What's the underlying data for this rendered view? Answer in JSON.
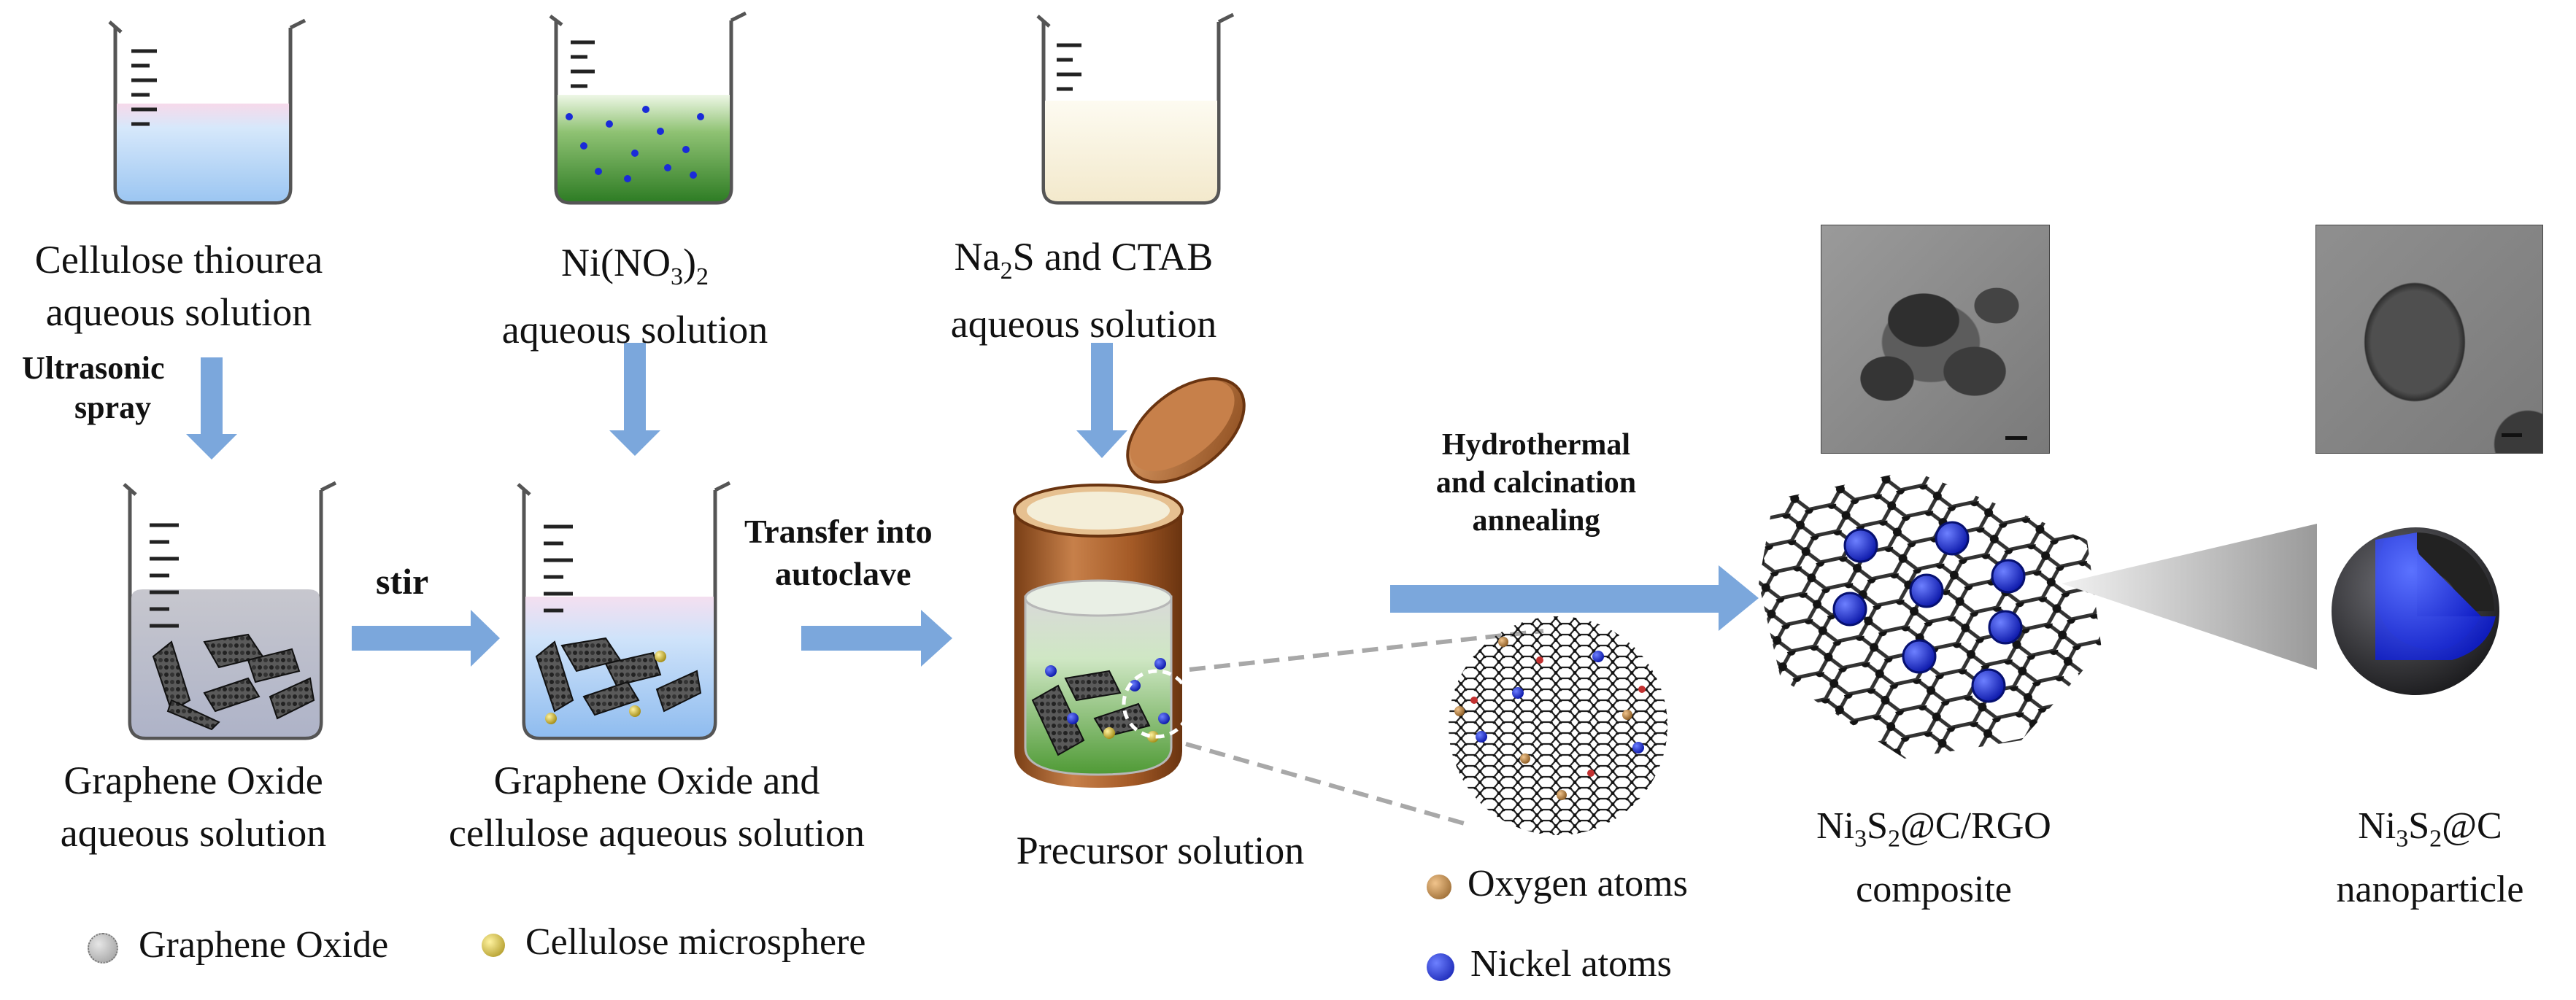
{
  "labels": {
    "cellulose": [
      "Cellulose thiourea",
      "aqueous solution"
    ],
    "nitrate": {
      "line1_pre": "Ni(NO",
      "line1_sub1": "3",
      "line1_mid": ")",
      "line1_sub2": "2",
      "line2": "aqueous solution"
    },
    "na2s": {
      "line1_pre": "Na",
      "line1_sub": "2",
      "line1_post": "S and CTAB",
      "line2": "aqueous solution"
    },
    "go": [
      "Graphene Oxide",
      "aqueous solution"
    ],
    "go_cellulose": [
      "Graphene Oxide and",
      "cellulose aqueous solution"
    ],
    "precursor": "Precursor solution",
    "composite": {
      "line1_pre": "Ni",
      "sub1": "3",
      "mid": "S",
      "sub2": "2",
      "post": "@C/RGO",
      "line2": "composite"
    },
    "nanoparticle": {
      "line1_pre": "Ni",
      "sub1": "3",
      "mid": "S",
      "sub2": "2",
      "post": "@C",
      "line2": "nanoparticle"
    }
  },
  "steps": {
    "ultrasonic": [
      "Ultrasonic",
      "spray"
    ],
    "stir": "stir",
    "transfer": [
      "Transfer into",
      "autoclave"
    ],
    "hydrothermal": [
      "Hydrothermal",
      "and calcination",
      "annealing"
    ]
  },
  "legend": {
    "graphene_oxide": "Graphene Oxide",
    "cellulose_microsphere": "Cellulose microsphere",
    "oxygen_atoms": "Oxygen atoms",
    "nickel_atoms": "Nickel atoms"
  },
  "colors": {
    "arrow": "#7ba7dc",
    "nickel": "#1a2bd8",
    "oxygen": "#b5803e",
    "cellulose": "#c9b233",
    "autoclave": "#a9652f"
  }
}
